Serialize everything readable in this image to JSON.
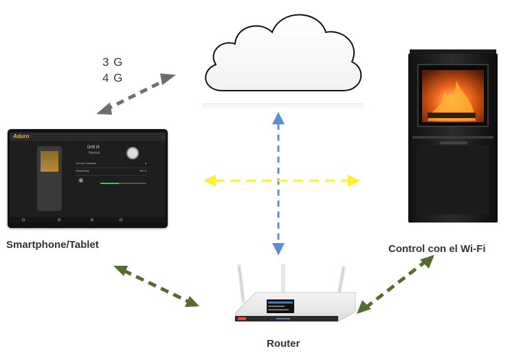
{
  "network_labels": [
    "3 G",
    "4 G"
  ],
  "nodes": {
    "tablet": {
      "caption": "Smartphone/Tablet",
      "brand": "Aduro",
      "model": "Drift III",
      "mode": "Normal",
      "rows": [
        {
          "label": "Vacuum Aradlom",
          "value": "8"
        },
        {
          "label": "Regulering",
          "value": "300 h"
        }
      ]
    },
    "stove": {
      "caption": "Control con el Wi-Fi"
    },
    "router": {
      "caption": "Router"
    },
    "cloud": {}
  },
  "connections": [
    {
      "from": "tablet",
      "to": "cloud",
      "color": "#6e6e6e",
      "style": "dashed",
      "bidirectional": true
    },
    {
      "from": "cloud",
      "to": "router",
      "color": "#5b8fd0",
      "style": "dashed",
      "bidirectional": true
    },
    {
      "from": "tablet",
      "to": "stove",
      "color": "#ffee33",
      "style": "dashed",
      "bidirectional": true
    },
    {
      "from": "tablet",
      "to": "router",
      "color": "#556b2f",
      "style": "dashed",
      "bidirectional": true
    },
    {
      "from": "router",
      "to": "stove",
      "color": "#556b2f",
      "style": "dashed",
      "bidirectional": true
    }
  ],
  "colors": {
    "cellular_arrow": "#6e6e6e",
    "internet_arrow": "#5b8fd0",
    "direct_arrow": "#ffee33",
    "lan_arrow": "#556b2f",
    "flame": "#f26a1b"
  }
}
